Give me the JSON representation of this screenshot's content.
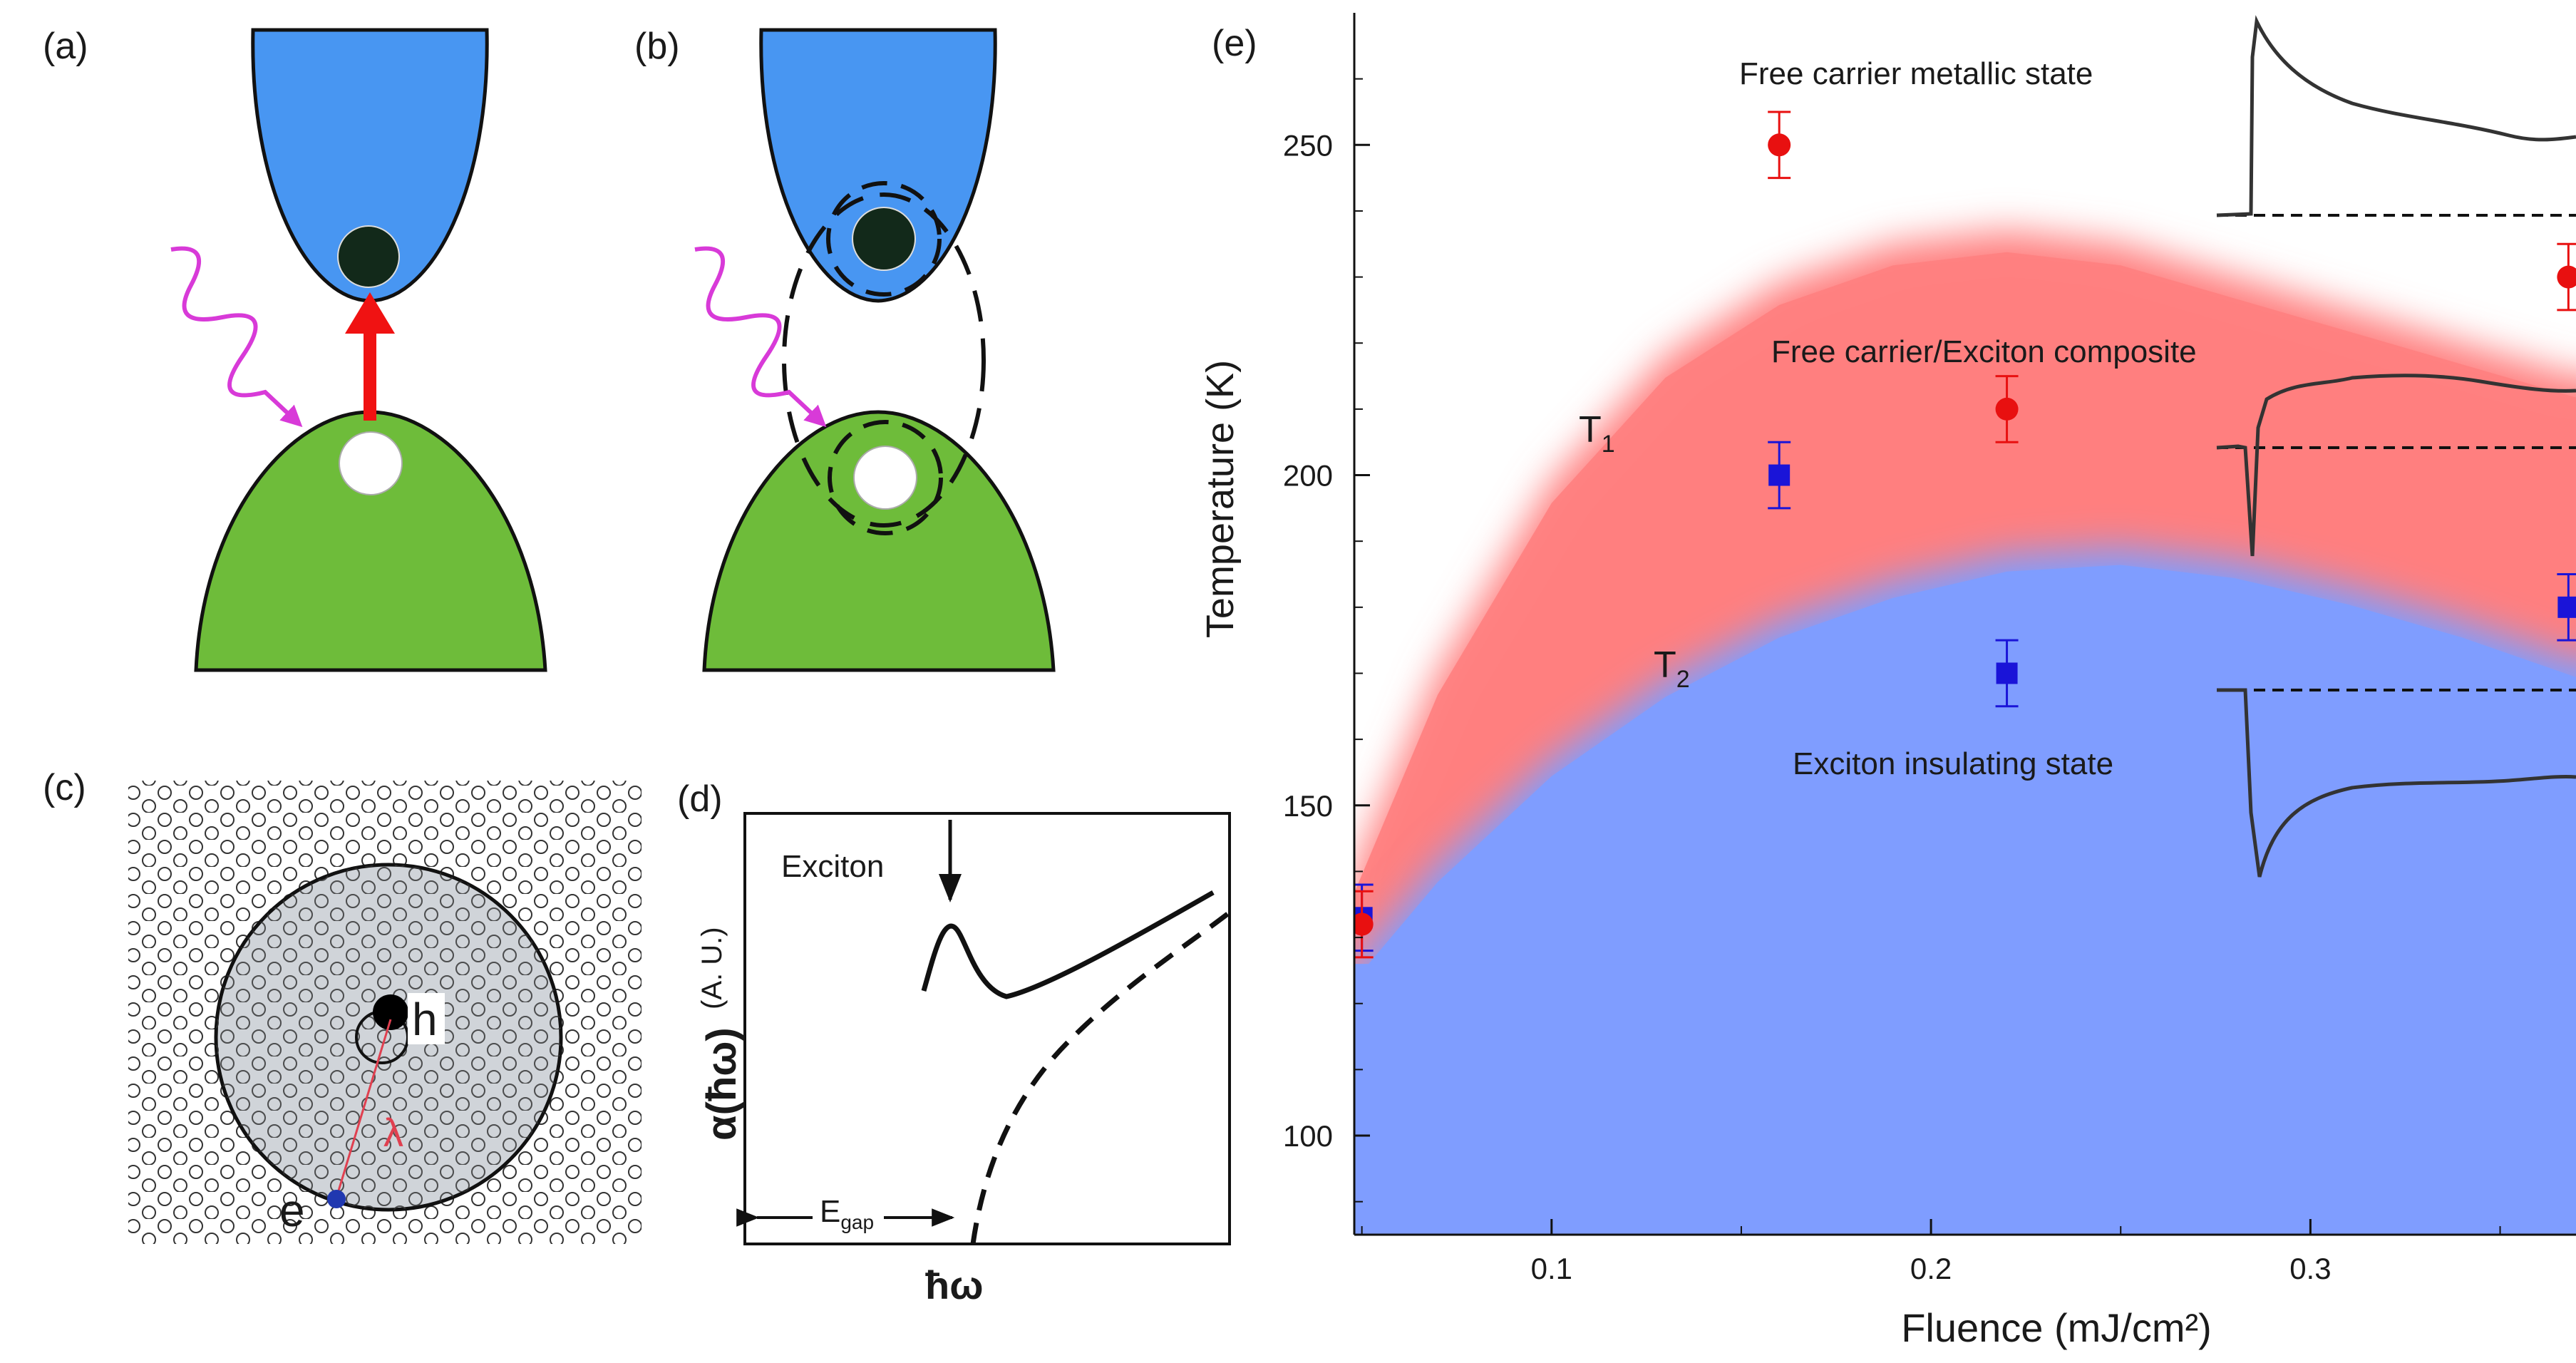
{
  "panels": {
    "a": {
      "label": "(a)"
    },
    "b": {
      "label": "(b)"
    },
    "c": {
      "label": "(c)",
      "hole": "h",
      "electron": "e",
      "radius": "λ"
    },
    "d": {
      "label": "(d)",
      "exciton_label": "Exciton",
      "ylabel_main": "α(ħω)",
      "ylabel_unit": "(A. U.)",
      "xlabel": "ħω",
      "gap_main": "E",
      "gap_sub": "gap"
    },
    "e": {
      "label": "(e)",
      "region_top": "Free carrier metallic state",
      "region_mid": "Free carrier/Exciton composite",
      "region_bottom": "Exciton insulating state",
      "t1_main": "T",
      "t1_sub": "1",
      "t2_main": "T",
      "t2_sub": "2"
    }
  },
  "colors": {
    "conduction_band": "#4896f2",
    "valence_band": "#6ebc3a",
    "carrier_dark": "#12291a",
    "photon": "#d83ad8",
    "arrow": "#f01212",
    "region_red": "#ff7f7f",
    "region_blue": "#7f9dff",
    "marker_red": "#e81010",
    "marker_blue": "#1a14d8"
  },
  "chart_data": {
    "type": "scatter",
    "title": "",
    "xlabel": "Fluence (mJ/cm²)",
    "ylabel": "Temperature (K)",
    "xlim": [
      0.048,
      0.37
    ],
    "ylim": [
      85,
      270
    ],
    "xticks": [
      0.1,
      0.2,
      0.3
    ],
    "xtick_labels": [
      "0.1",
      "0.2",
      "0.3"
    ],
    "yticks": [
      100,
      150,
      200,
      250
    ],
    "ytick_labels": [
      "100",
      "150",
      "200",
      "250"
    ],
    "series": [
      {
        "name": "T1",
        "marker": "circle",
        "color": "#e81010",
        "points": [
          {
            "x": 0.05,
            "y": 132,
            "err": 5
          },
          {
            "x": 0.16,
            "y": 250,
            "err": 5
          },
          {
            "x": 0.22,
            "y": 210,
            "err": 5
          },
          {
            "x": 0.368,
            "y": 230,
            "err": 5
          }
        ]
      },
      {
        "name": "T2",
        "marker": "square",
        "color": "#1a14d8",
        "points": [
          {
            "x": 0.05,
            "y": 133,
            "err": 5
          },
          {
            "x": 0.16,
            "y": 200,
            "err": 5
          },
          {
            "x": 0.22,
            "y": 170,
            "err": 5
          },
          {
            "x": 0.368,
            "y": 180,
            "err": 5
          }
        ]
      }
    ],
    "boundaries": {
      "T1_curve": [
        [
          0.048,
          140
        ],
        [
          0.07,
          170
        ],
        [
          0.1,
          199
        ],
        [
          0.13,
          218
        ],
        [
          0.16,
          229
        ],
        [
          0.19,
          235
        ],
        [
          0.22,
          237
        ],
        [
          0.25,
          235
        ],
        [
          0.28,
          230
        ],
        [
          0.31,
          225
        ],
        [
          0.34,
          220
        ],
        [
          0.37,
          215
        ]
      ],
      "T2_curve": [
        [
          0.048,
          126
        ],
        [
          0.07,
          141
        ],
        [
          0.1,
          157
        ],
        [
          0.13,
          169
        ],
        [
          0.16,
          178
        ],
        [
          0.19,
          184
        ],
        [
          0.22,
          188
        ],
        [
          0.25,
          189
        ],
        [
          0.28,
          187
        ],
        [
          0.31,
          183
        ],
        [
          0.34,
          178
        ],
        [
          0.37,
          172
        ]
      ]
    }
  }
}
